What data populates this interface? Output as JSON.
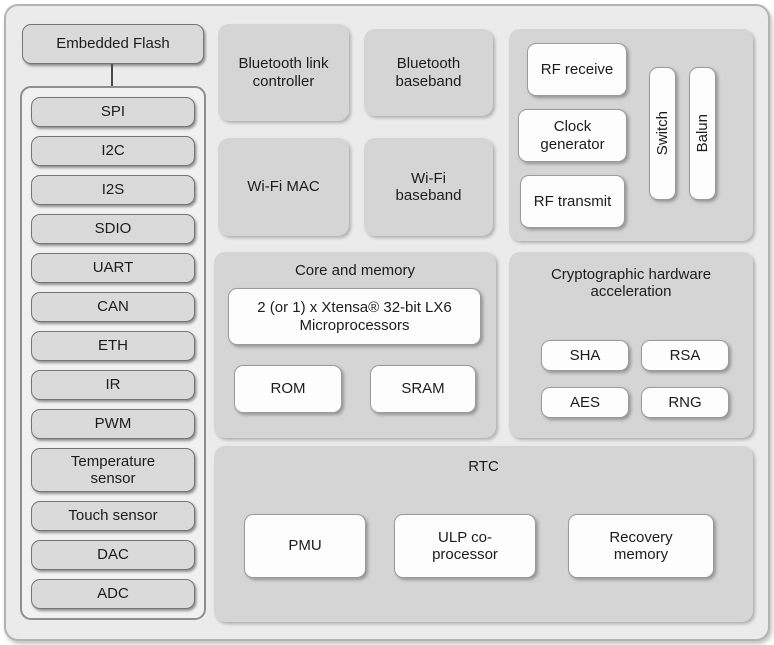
{
  "colors": {
    "board_bg": "#ebebeb",
    "panel_bg": "#d5d5d5",
    "pill_bg": "#dadada",
    "box_bg": "#fdfdfd"
  },
  "flash": {
    "label": "Embedded Flash"
  },
  "peripherals": [
    "SPI",
    "I2C",
    "I2S",
    "SDIO",
    "UART",
    "CAN",
    "ETH",
    "IR",
    "PWM",
    "Temperature sensor",
    "Touch sensor",
    "DAC",
    "ADC"
  ],
  "radio": {
    "bt_link": "Bluetooth link controller",
    "bt_baseband": "Bluetooth baseband",
    "wifi_mac": "Wi-Fi MAC",
    "wifi_baseband": "Wi-Fi baseband"
  },
  "rf": {
    "receive": "RF receive",
    "clock": "Clock generator",
    "transmit": "RF transmit",
    "switch": "Switch",
    "balun": "Balun"
  },
  "core": {
    "title": "Core and memory",
    "cpu": "2 (or 1) x Xtensa® 32-bit LX6 Microprocessors",
    "rom": "ROM",
    "sram": "SRAM"
  },
  "crypto": {
    "title": "Cryptographic hardware acceleration",
    "sha": "SHA",
    "rsa": "RSA",
    "aes": "AES",
    "rng": "RNG"
  },
  "rtc": {
    "title": "RTC",
    "pmu": "PMU",
    "ulp": "ULP co-processor",
    "recovery": "Recovery memory"
  }
}
